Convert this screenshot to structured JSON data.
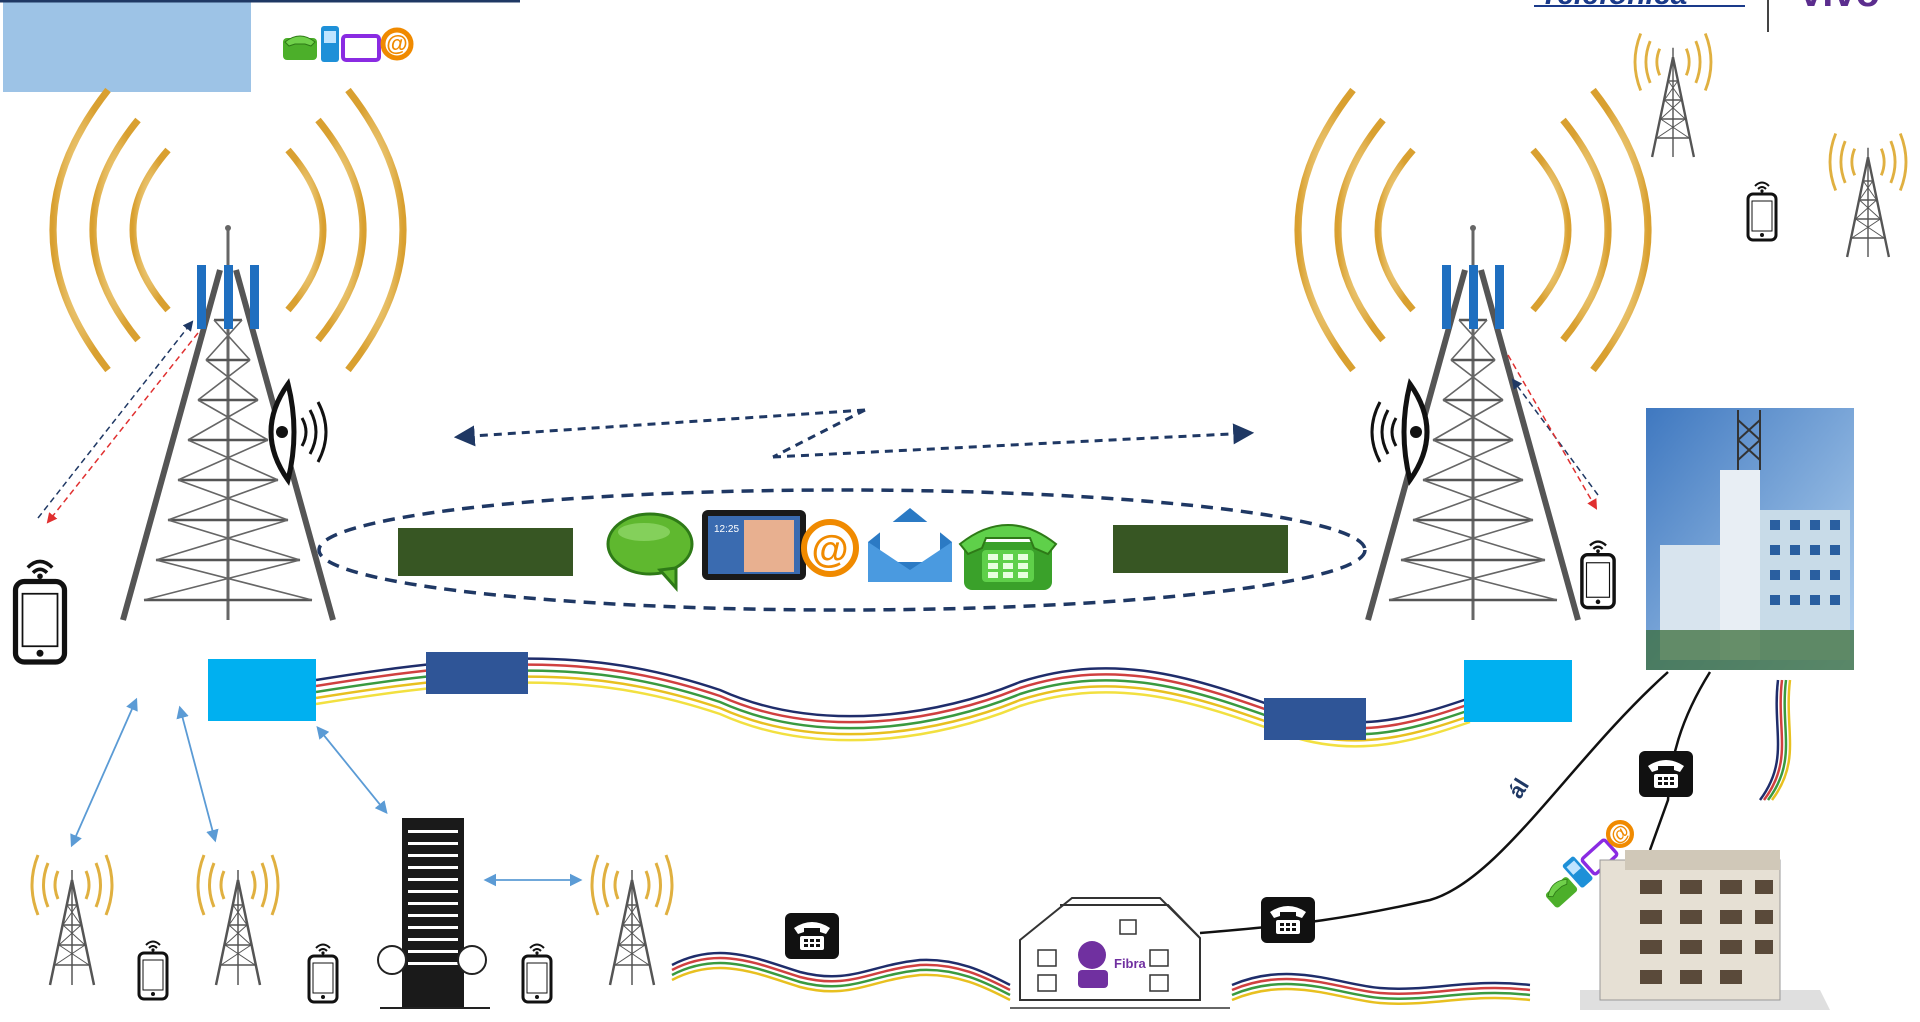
{
  "logo": {
    "brand_left_text": "Telefônica",
    "brand_right_text": "vivo",
    "colors": {
      "brand_left": "#1a3a8a",
      "brand_right": "#5b2d8e"
    }
  },
  "labels": {
    "fiber_house_tag": "Fibra",
    "cable_caption": "ál"
  },
  "icons": {
    "service_icons": [
      "phone-icon",
      "cellphone-icon",
      "tablet-icon",
      "at-sign-icon"
    ],
    "center_icons": [
      "chat-bubble-icon",
      "tablet-icon",
      "at-sign-icon",
      "mail-icon",
      "phone-icon"
    ]
  },
  "colors": {
    "header_box": "#9dc3e6",
    "dark_green_box": "#375623",
    "cyan_box": "#00b0f0",
    "navy_box": "#2f5597",
    "link_dashed": "#1f3864",
    "uplink_red": "#e03030",
    "tower_grey": "#555555",
    "radio_gold": "#e0b040",
    "cable_colors": [
      "#1f2d6b",
      "#d04040",
      "#3a9a40",
      "#e8c020",
      "#f2e040"
    ],
    "wireless_arrow": "#5b9bd5"
  }
}
